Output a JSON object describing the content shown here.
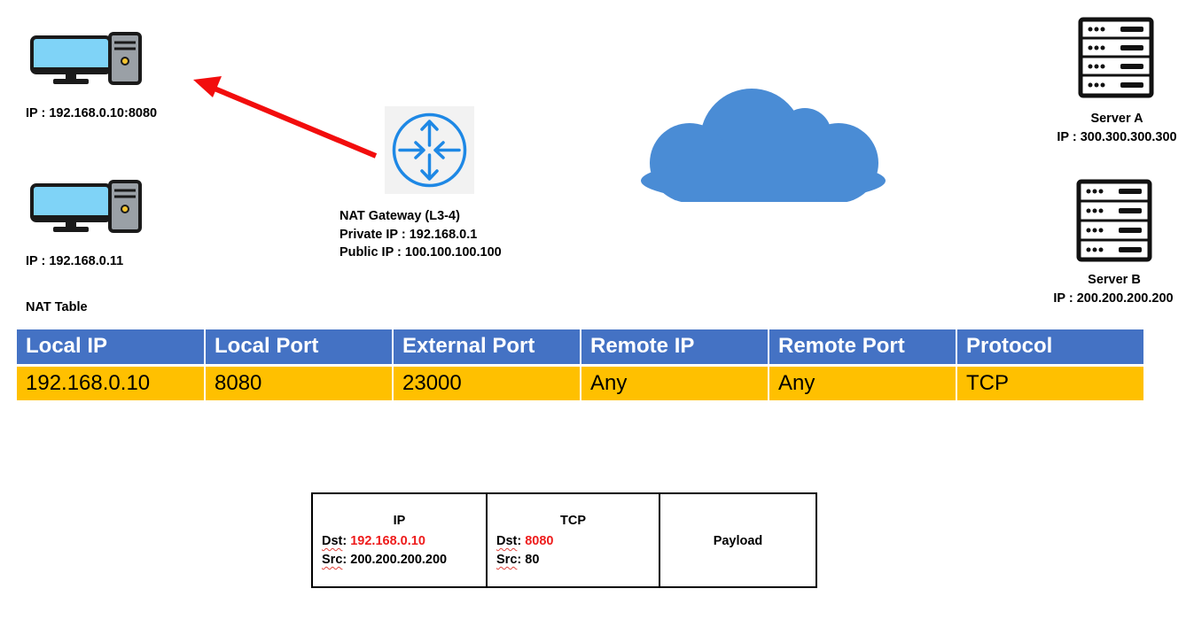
{
  "hosts": [
    {
      "ip_label": "IP : 192.168.0.10:8080"
    },
    {
      "ip_label": "IP : 192.168.0.11"
    }
  ],
  "gateway": {
    "name": "NAT Gateway (L3-4)",
    "private_ip": "Private IP : 192.168.0.1",
    "public_ip": "Public IP : 100.100.100.100"
  },
  "servers": [
    {
      "name": "Server A",
      "ip_label": "IP : 300.300.300.300"
    },
    {
      "name": "Server B",
      "ip_label": "IP : 200.200.200.200"
    }
  ],
  "nat_table": {
    "title": "NAT Table",
    "headers": [
      "Local IP",
      "Local Port",
      "External Port",
      "Remote IP",
      "Remote Port",
      "Protocol"
    ],
    "rows": [
      [
        "192.168.0.10",
        "8080",
        "23000",
        "Any",
        "Any",
        "TCP"
      ]
    ]
  },
  "packet": {
    "ip": {
      "title": "IP",
      "dst_key": "Dst",
      "dst_value": "192.168.0.10",
      "src_key": "Src",
      "src_value": "200.200.200.200"
    },
    "tcp": {
      "title": "TCP",
      "dst_key": "Dst",
      "dst_value": "8080",
      "src_key": "Src",
      "src_value": "80"
    },
    "payload": {
      "title": "Payload"
    }
  },
  "colors": {
    "header_blue": "#4472c4",
    "row_yellow": "#ffc000",
    "arrow_red": "#f20d0d",
    "cloud_blue": "#4a8cd5",
    "router_blue": "#1e88e5",
    "highlight_red": "#ee1c1c"
  },
  "icons": {
    "host": "desktop-computer-icon",
    "gateway": "router-icon",
    "internet": "cloud-icon",
    "server": "server-rack-icon"
  }
}
